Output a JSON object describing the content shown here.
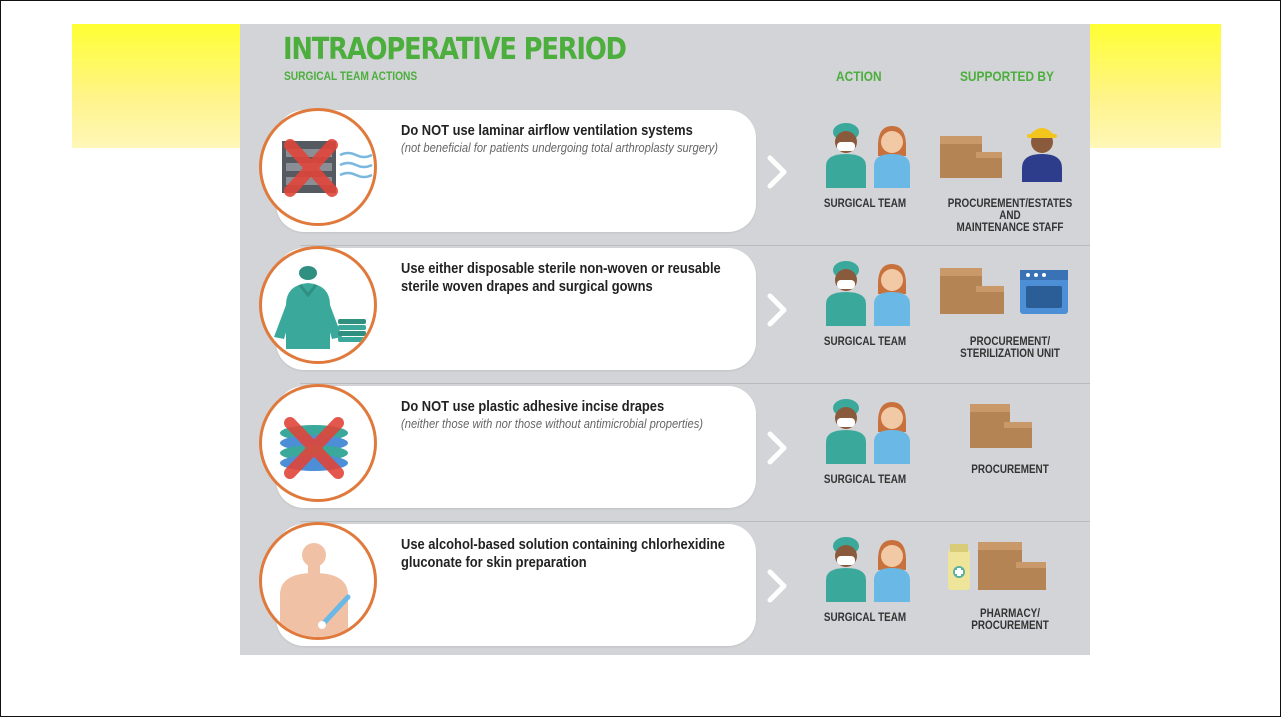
{
  "header": {
    "title": "INTRAOPERATIVE PERIOD",
    "subtitle": "SURGICAL TEAM ACTIONS",
    "col_action": "ACTION",
    "col_supported": "SUPPORTED BY"
  },
  "rows": [
    {
      "main": "Do NOT use laminar airflow ventilation systems",
      "sub": "(not beneficial for patients undergoing total arthroplasty surgery)",
      "action": "SURGICAL TEAM",
      "supported_line1": "PROCUREMENT/ESTATES AND",
      "supported_line2": "MAINTENANCE STAFF",
      "icon": "ventilation-crossed-icon"
    },
    {
      "main": "Use either disposable sterile non-woven or reusable sterile woven drapes and surgical gowns",
      "sub": "",
      "action": "SURGICAL TEAM",
      "supported_line1": "PROCUREMENT/",
      "supported_line2": "STERILIZATION UNIT",
      "icon": "surgical-gown-icon"
    },
    {
      "main": "Do NOT use plastic adhesive incise drapes",
      "sub": "(neither those with nor those without antimicrobial properties)",
      "action": "SURGICAL TEAM",
      "supported_line1": "PROCUREMENT",
      "supported_line2": "",
      "icon": "drapes-crossed-icon"
    },
    {
      "main": "Use alcohol-based solution containing chlorhexidine gluconate for skin preparation",
      "sub": "",
      "action": "SURGICAL TEAM",
      "supported_line1": "PHARMACY/",
      "supported_line2": "PROCUREMENT",
      "icon": "skin-prep-icon"
    }
  ],
  "colors": {
    "title_green": "#4cae3c",
    "badge_orange": "#e07a3c",
    "highlight_yellow": "#ffff33",
    "panel_gray": "#d2d4d7"
  }
}
